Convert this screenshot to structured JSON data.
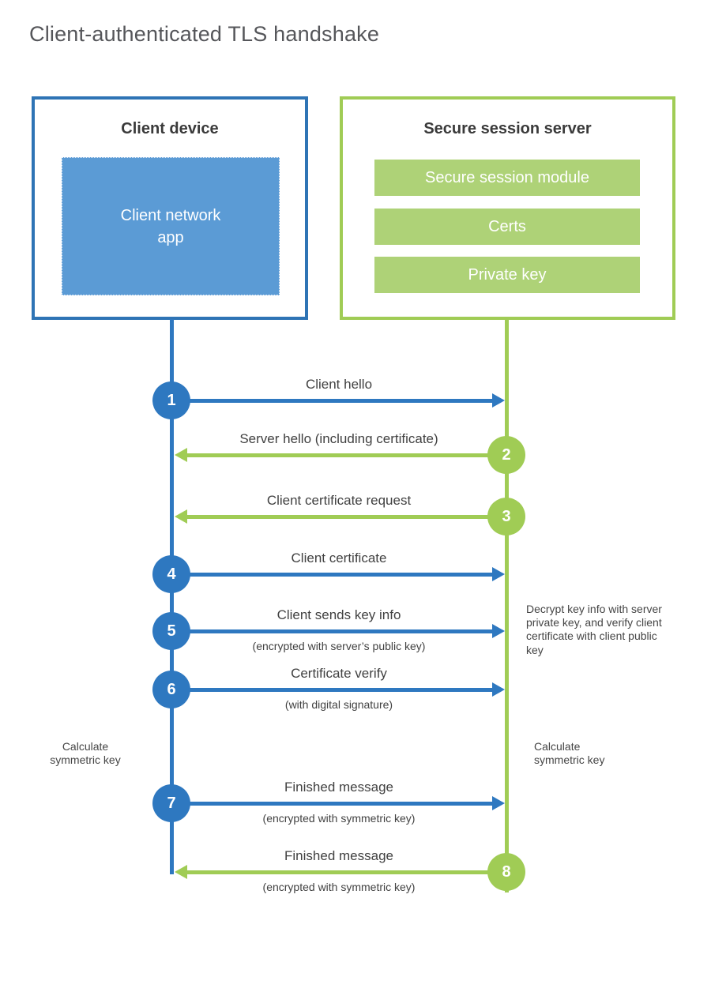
{
  "page": {
    "title": "Client-authenticated TLS handshake"
  },
  "colors": {
    "blue": "#2e78c0",
    "blue_border": "#2e74b5",
    "blue_fill": "#5b9bd5",
    "green": "#a0cc55",
    "green_fill": "#aed277"
  },
  "client": {
    "title": "Client device",
    "app_label": "Client network app"
  },
  "server": {
    "title": "Secure session server",
    "modules": [
      "Secure session module",
      "Certs",
      "Private key"
    ]
  },
  "messages": [
    {
      "num": "1",
      "label": "Client hello",
      "from": "client"
    },
    {
      "num": "2",
      "label": "Server hello (including certificate)",
      "from": "server"
    },
    {
      "num": "3",
      "label": "Client certificate request",
      "from": "server"
    },
    {
      "num": "4",
      "label": "Client certificate",
      "from": "client"
    },
    {
      "num": "5",
      "label": "Client sends key info",
      "sublabel": "(encrypted with server’s public key)",
      "from": "client"
    },
    {
      "num": "6",
      "label": "Certificate verify",
      "sublabel": "(with digital signature)",
      "from": "client"
    },
    {
      "num": "7",
      "label": "Finished message",
      "sublabel": "(encrypted with symmetric key)",
      "from": "client"
    },
    {
      "num": "8",
      "label": "Finished message",
      "sublabel": "(encrypted with symmetric key)",
      "from": "server"
    }
  ],
  "notes": {
    "decrypt": "Decrypt key info with server private key, and verify client certificate with client public key",
    "calc_left": "Calculate symmetric key",
    "calc_right": "Calculate symmetric key"
  }
}
